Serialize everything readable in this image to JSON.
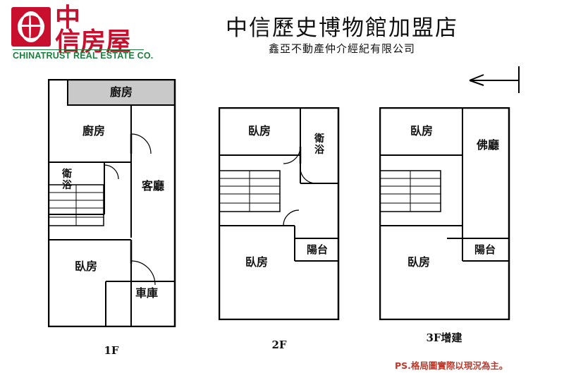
{
  "brand": {
    "logo_name": "chinatrust-logo",
    "name_cn_line1": "中",
    "name_cn_line2": "信房屋",
    "name_en": "CHINATRUST REAL ESTATE CO.",
    "red": "#C8102E",
    "green": "#1a7f3c"
  },
  "header": {
    "title": "中信歷史博物館加盟店",
    "subtitle": "鑫亞不動產仲介經紀有限公司",
    "north_arrow_name": "north-arrow"
  },
  "footer": {
    "note": "PS.格局圖實際以現況為主。",
    "note_color": "#C0392B"
  },
  "floors": [
    {
      "id": "1F",
      "label": "1F",
      "rooms": [
        {
          "name": "kitchen-balcony",
          "label": "廚房",
          "shaded": true
        },
        {
          "name": "kitchen",
          "label": "廚房"
        },
        {
          "name": "bathroom",
          "label": "衛\n浴"
        },
        {
          "name": "living-room",
          "label": "客廳"
        },
        {
          "name": "bedroom",
          "label": "臥房"
        },
        {
          "name": "garage",
          "label": "車庫"
        }
      ]
    },
    {
      "id": "2F",
      "label": "2F",
      "rooms": [
        {
          "name": "bedroom-front",
          "label": "臥房"
        },
        {
          "name": "bathroom",
          "label": "衛\n浴"
        },
        {
          "name": "bedroom-rear",
          "label": "臥房"
        },
        {
          "name": "balcony",
          "label": "陽台"
        }
      ]
    },
    {
      "id": "3F",
      "label": "3F增建",
      "rooms": [
        {
          "name": "bedroom-front",
          "label": "臥房"
        },
        {
          "name": "buddha-hall",
          "label": "佛廳"
        },
        {
          "name": "bedroom-rear",
          "label": "臥房"
        },
        {
          "name": "balcony",
          "label": "陽台"
        }
      ]
    }
  ]
}
